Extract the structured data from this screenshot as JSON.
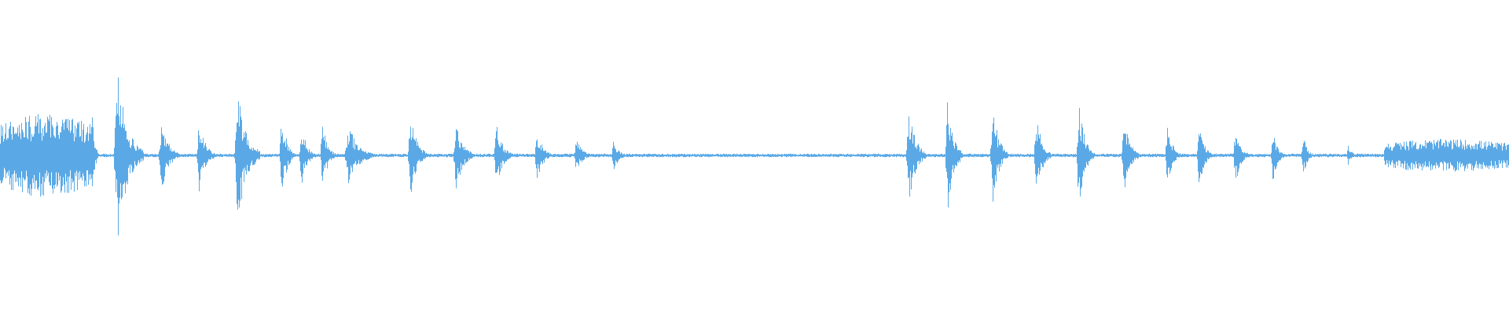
{
  "waveform": {
    "color": "#5aa9e6",
    "amplitude_scale": 1.0,
    "segments": [
      {
        "start": 0.0,
        "end": 0.06,
        "peak": 0.28,
        "style": "dense"
      },
      {
        "start": 0.06,
        "end": 0.065,
        "peak": 0.35,
        "style": "burst"
      },
      {
        "start": 0.075,
        "end": 0.095,
        "peak": 0.55,
        "style": "burst"
      },
      {
        "start": 0.105,
        "end": 0.118,
        "peak": 0.28,
        "style": "burst"
      },
      {
        "start": 0.13,
        "end": 0.142,
        "peak": 0.26,
        "style": "burst"
      },
      {
        "start": 0.155,
        "end": 0.172,
        "peak": 0.47,
        "style": "burst"
      },
      {
        "start": 0.185,
        "end": 0.195,
        "peak": 0.31,
        "style": "burst"
      },
      {
        "start": 0.198,
        "end": 0.209,
        "peak": 0.21,
        "style": "burst"
      },
      {
        "start": 0.212,
        "end": 0.222,
        "peak": 0.24,
        "style": "burst"
      },
      {
        "start": 0.228,
        "end": 0.248,
        "peak": 0.21,
        "style": "burst"
      },
      {
        "start": 0.27,
        "end": 0.283,
        "peak": 0.29,
        "style": "burst"
      },
      {
        "start": 0.3,
        "end": 0.314,
        "peak": 0.24,
        "style": "burst"
      },
      {
        "start": 0.327,
        "end": 0.34,
        "peak": 0.21,
        "style": "burst"
      },
      {
        "start": 0.354,
        "end": 0.366,
        "peak": 0.17,
        "style": "burst"
      },
      {
        "start": 0.38,
        "end": 0.392,
        "peak": 0.12,
        "style": "burst"
      },
      {
        "start": 0.405,
        "end": 0.415,
        "peak": 0.11,
        "style": "burst"
      },
      {
        "start": 0.455,
        "end": 0.59,
        "peak": 0.01,
        "style": "flat"
      },
      {
        "start": 0.6,
        "end": 0.614,
        "peak": 0.33,
        "style": "burst"
      },
      {
        "start": 0.626,
        "end": 0.638,
        "peak": 0.41,
        "style": "burst"
      },
      {
        "start": 0.656,
        "end": 0.668,
        "peak": 0.35,
        "style": "burst"
      },
      {
        "start": 0.685,
        "end": 0.696,
        "peak": 0.3,
        "style": "burst"
      },
      {
        "start": 0.713,
        "end": 0.725,
        "peak": 0.36,
        "style": "burst"
      },
      {
        "start": 0.743,
        "end": 0.755,
        "peak": 0.26,
        "style": "burst"
      },
      {
        "start": 0.772,
        "end": 0.782,
        "peak": 0.23,
        "style": "burst"
      },
      {
        "start": 0.793,
        "end": 0.803,
        "peak": 0.22,
        "style": "burst"
      },
      {
        "start": 0.817,
        "end": 0.827,
        "peak": 0.21,
        "style": "burst"
      },
      {
        "start": 0.842,
        "end": 0.851,
        "peak": 0.18,
        "style": "burst"
      },
      {
        "start": 0.862,
        "end": 0.87,
        "peak": 0.16,
        "style": "burst"
      },
      {
        "start": 0.892,
        "end": 0.9,
        "peak": 0.07,
        "style": "burst"
      },
      {
        "start": 0.917,
        "end": 1.0,
        "peak": 0.11,
        "style": "dense"
      }
    ],
    "baseline_noise": 0.012
  }
}
